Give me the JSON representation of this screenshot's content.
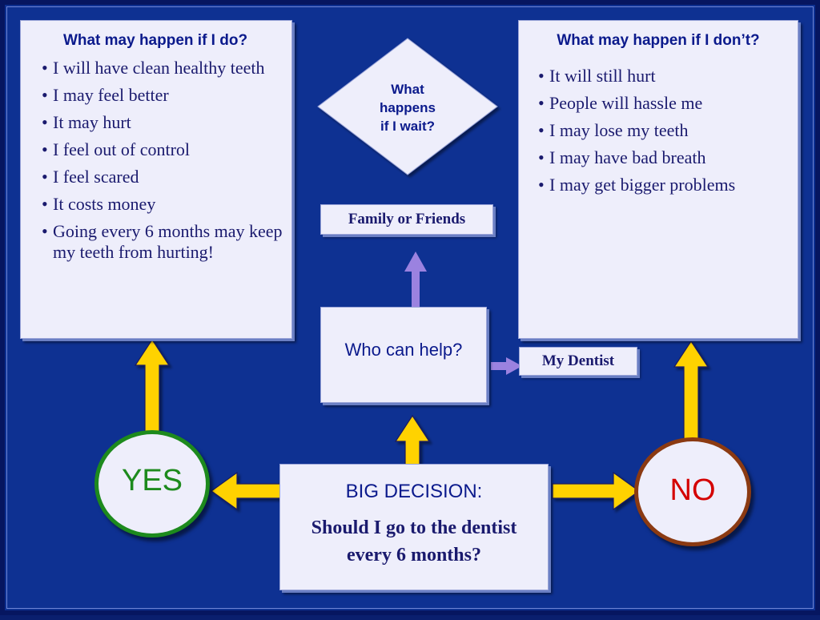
{
  "left_panel": {
    "title": "What may happen if I do?",
    "items": [
      "I will have clean healthy teeth",
      "I may feel better",
      "It may hurt",
      "I feel out of control",
      "I feel scared",
      "It costs money",
      "Going every 6 months may keep my teeth from hurting!"
    ]
  },
  "right_panel": {
    "title": "What may happen if I don’t?",
    "items": [
      "It will still hurt",
      "People will hassle me",
      "I may lose my teeth",
      "I may have bad breath",
      "I may get bigger problems"
    ]
  },
  "diamond": {
    "lines": [
      "What",
      "happens",
      "if I wait?"
    ]
  },
  "family_label": "Family or Friends",
  "help_question": "Who can help?",
  "dentist_label": "My Dentist",
  "yes_label": "YES",
  "no_label": "NO",
  "decision": {
    "title": "BIG DECISION:",
    "question": "Should I go to the dentist every 6 months?"
  },
  "colors": {
    "background": "#0e3192",
    "box": "#eeeefb",
    "arrow_yellow": "#ffd200",
    "arrow_purple": "#9b82e0",
    "yes_ring": "#1d8a1d",
    "no_ring": "#8b3a12",
    "no_text": "#d40000"
  }
}
